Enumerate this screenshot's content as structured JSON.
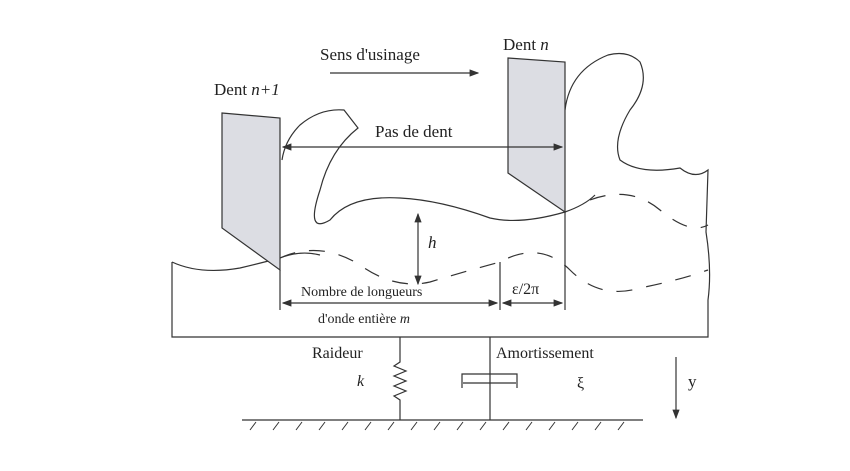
{
  "labels": {
    "direction": "Sens d'usinage",
    "tooth_n_prefix": "Dent ",
    "tooth_n_var": "n",
    "tooth_n1_prefix": "Dent ",
    "tooth_n1_var": "n+1",
    "tooth_pitch": "Pas de dent",
    "height": "h",
    "wavelengths_line1": "Nombre de longueurs",
    "wavelengths_line2": "d'onde entière ",
    "wavelengths_var": "m",
    "phase": "ε/2π",
    "stiffness": "Raideur",
    "stiffness_var": "k",
    "damping": "Amortissement",
    "damping_var": "ξ",
    "displacement": "y"
  },
  "colors": {
    "line": "#333333",
    "tooth_fill": "#dcdde3"
  }
}
